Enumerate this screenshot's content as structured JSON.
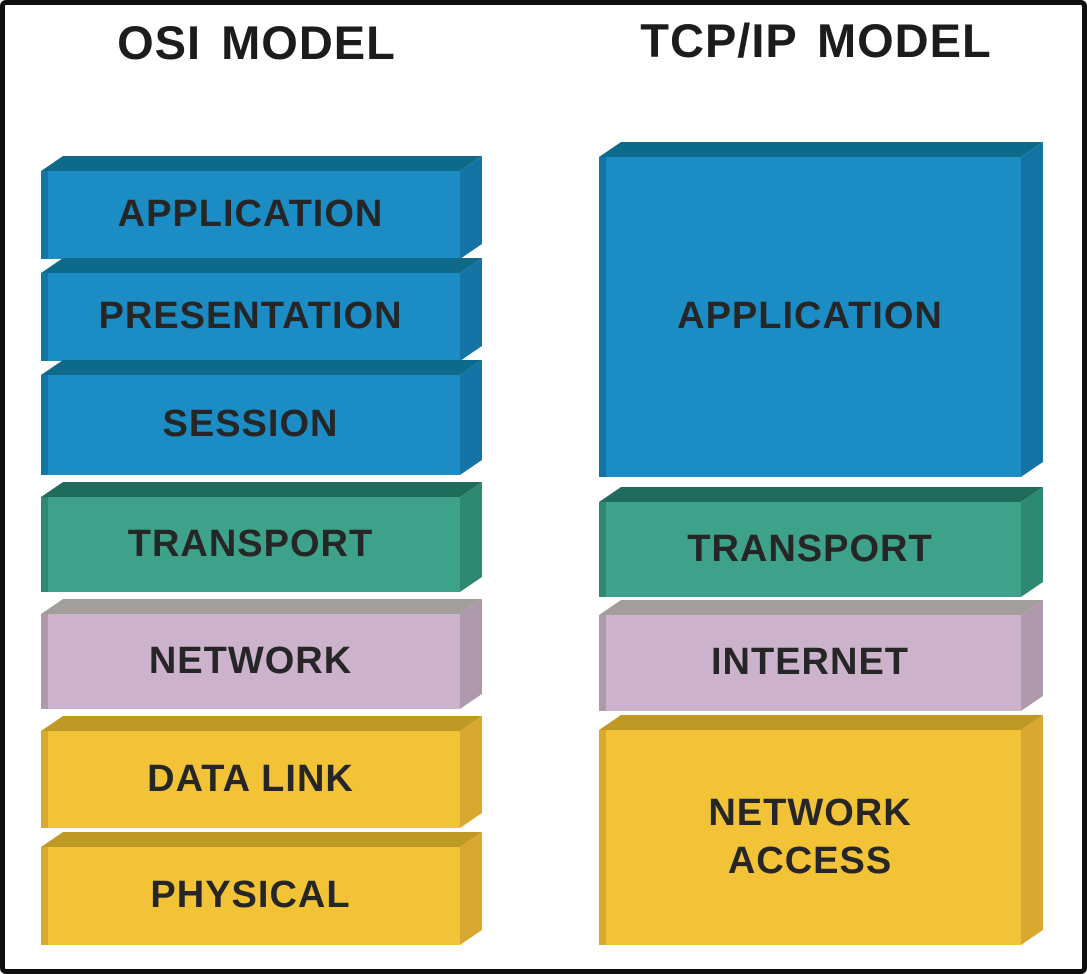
{
  "osi": {
    "title": "OSI MODEL",
    "layers": [
      {
        "label": "APPLICATION",
        "color": "blue"
      },
      {
        "label": "PRESENTATION",
        "color": "blue"
      },
      {
        "label": "SESSION",
        "color": "blue"
      },
      {
        "label": "TRANSPORT",
        "color": "teal"
      },
      {
        "label": "NETWORK",
        "color": "pink"
      },
      {
        "label": "DATA LINK",
        "color": "yellow"
      },
      {
        "label": "PHYSICAL",
        "color": "yellow"
      }
    ]
  },
  "tcpip": {
    "title": "TCP/IP MODEL",
    "layers": [
      {
        "label": "APPLICATION",
        "color": "blue"
      },
      {
        "label": "TRANSPORT",
        "color": "teal"
      },
      {
        "label": "INTERNET",
        "color": "pink"
      },
      {
        "label": "NETWORK ACCESS",
        "color": "yellow"
      }
    ]
  },
  "colors": {
    "blue": {
      "front": "#1C8DC4",
      "top": "#0D6B89",
      "side": "#1474A5"
    },
    "teal": {
      "front": "#3EA189",
      "top": "#1F6B5C",
      "side": "#2E8973"
    },
    "pink": {
      "front": "#CCB3CB",
      "top": "#A29E9B",
      "side": "#AF99AC"
    },
    "yellow": {
      "front": "#F2C337",
      "top": "#BE9926",
      "side": "#D9A830"
    },
    "label_text": "#262626",
    "title_text": "#1C1C1C",
    "frame_border": "#0F0F0F",
    "background": "#FFFFFF"
  }
}
